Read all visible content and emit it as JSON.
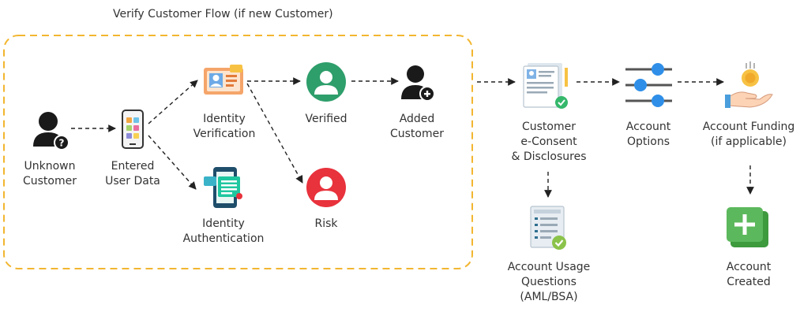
{
  "title": "Verify Customer Flow (if new Customer)",
  "nodes": {
    "unknown_customer": {
      "label_lines": [
        "Unknown",
        "Customer"
      ],
      "icon": "user-question-icon"
    },
    "entered_user_data": {
      "label_lines": [
        "Entered",
        "User Data"
      ],
      "icon": "phone-apps-icon"
    },
    "identity_verification": {
      "label_lines": [
        "Identity",
        "Verification"
      ],
      "icon": "id-card-icon"
    },
    "identity_authentication": {
      "label_lines": [
        "Identity",
        "Authentication"
      ],
      "icon": "phone-chat-icon"
    },
    "verified": {
      "label_lines": [
        "Verified"
      ],
      "icon": "user-green-icon"
    },
    "risk": {
      "label_lines": [
        "Risk"
      ],
      "icon": "user-red-icon"
    },
    "added_customer": {
      "label_lines": [
        "Added",
        "Customer"
      ],
      "icon": "user-plus-icon"
    },
    "customer_econsent": {
      "label_lines": [
        "Customer",
        "e-Consent",
        "& Disclosures"
      ],
      "icon": "document-check-icon"
    },
    "account_options": {
      "label_lines": [
        "Account",
        "Options"
      ],
      "icon": "sliders-icon"
    },
    "account_funding": {
      "label_lines": [
        "Account Funding",
        "(if applicable)"
      ],
      "icon": "hand-coin-icon"
    },
    "account_usage": {
      "label_lines": [
        "Account Usage",
        "Questions",
        "(AML/BSA)"
      ],
      "icon": "checklist-icon"
    },
    "account_created": {
      "label_lines": [
        "Account",
        "Created"
      ],
      "icon": "plus-square-icon"
    }
  },
  "colors": {
    "group_border": "#f2b630",
    "arrow": "#222222",
    "verified_green": "#2e9e6b",
    "risk_red": "#e8323c",
    "created_green": "#5cb85c",
    "slider_blue": "#2f8fe8",
    "check_green": "#35b86b"
  }
}
